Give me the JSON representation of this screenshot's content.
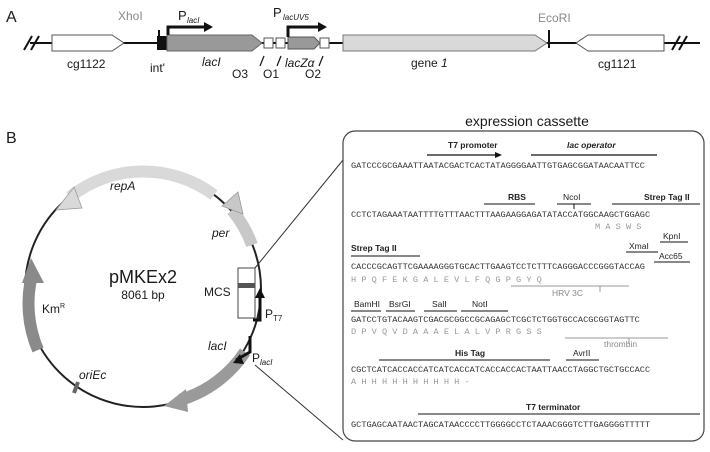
{
  "panel_a": {
    "letter": "A",
    "xhoi": "XhoI",
    "ecori": "EcoRI",
    "placi_p": "P",
    "placi_sub": "lacI",
    "placuv5_p": "P",
    "placuv5_sub": "lacUV5",
    "cg1122": "cg1122",
    "int": "int'",
    "laci": "lacI",
    "o3": "O3",
    "o1": "O1",
    "laczalpha": "lacZα",
    "o2": "O2",
    "gene1_word": "gene",
    "gene1_num": "1",
    "cg1121": "cg1121"
  },
  "panel_b": {
    "letter": "B",
    "plasmid_name": "pMKEx2",
    "plasmid_size": "8061 bp",
    "repa": "repA",
    "per": "per",
    "km": "Km",
    "km_sup": "R",
    "mcs": "MCS",
    "pt7_p": "P",
    "pt7_sub": "T7",
    "laci": "lacI",
    "placi_p": "P",
    "placi_sub": "lacI",
    "oriec": "oriEc"
  },
  "cassette": {
    "title": "expression cassette",
    "t7_promoter": "T7 promoter",
    "lac_operator": "lac operator",
    "seq1": "GATCCCGCGAAATTAATACGACTCACTATAGGGGAATTGTGAGCGGATAACAATTCC",
    "rbs": "RBS",
    "ncoi": "NcoI",
    "strep_tag": "Strep Tag II",
    "seq2": "CCTCTAGAAATAATTTTGTTTAACTTTAAGAAGGAGATATACCATGGCAAGCTGGAGC",
    "aa2": "M  A  S  W  S",
    "xmai": "XmaI",
    "kpni": "KpnI",
    "acc65": "Acc65",
    "strep_tag2": "Strep Tag II",
    "seq3": "CACCCGCAGTTCGAAAAGGGTGCACTTGAAGTCCTCTTTCAGGGACCCGGGTACCAG",
    "aa3": "H  P  Q  F  E  K  G  A  L  E  V  L  F  Q  G  P  G  Y  Q",
    "hrv3c": "HRV 3C",
    "bamhi": "BamHI",
    "bsrgi": "BsrGI",
    "sali": "SalI",
    "noti": "NotI",
    "seq4": "GATCCTGTACAAGTCGACGCGGCCGCAGAGCTCGCTCTGGTGCCACGCGGTAGTTC",
    "aa4": "D  P  V  Q  V  D  A  A  A  E  L  A  L  V  P  R  G  S  S",
    "thrombin": "thrombin",
    "his_tag": "His Tag",
    "avrii": "AvrII",
    "seq5": "CGCTCATCACCACCATCATCACCATCACCACCACTAATTAACCTAGGCTGCTGCCACC",
    "aa5": "A  H  H  H  H  H  H  H  H  H  H  -",
    "t7_terminator": "T7 terminator",
    "seq6": "GCTGAGCAATAACTAGCATAACCCCTTGGGGCCTCTAAACGGGTCTTGAGGGGTTTTT"
  }
}
